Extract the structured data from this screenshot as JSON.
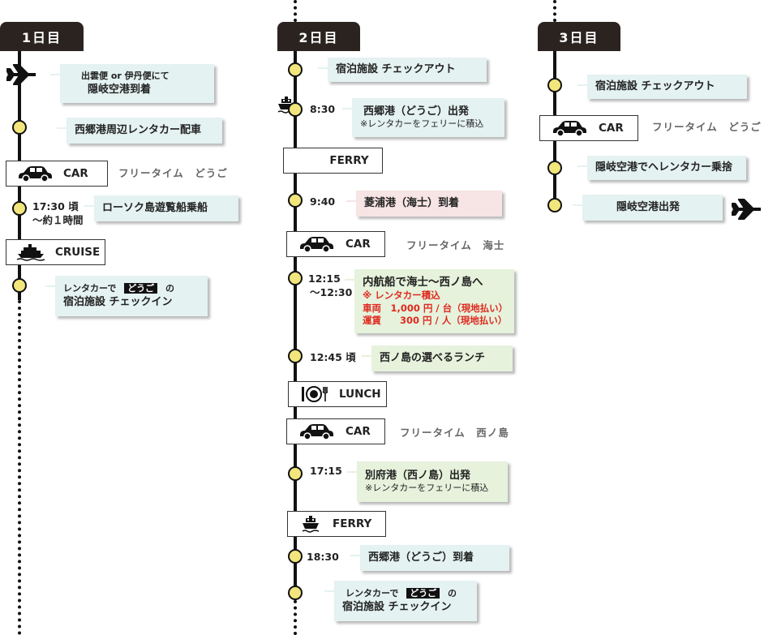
{
  "days": [
    {
      "label": "1日目",
      "events": {
        "arrival": {
          "line1": "出雲便 or 伊丹便にて",
          "line2": "隠岐空港到着"
        },
        "rental": {
          "text": "西郷港周辺レンタカー配車"
        },
        "car": {
          "label": "CAR",
          "note": "フリータイム　どうご"
        },
        "cruise_time": {
          "line1": "17:30 頃",
          "line2": "〜約１時間"
        },
        "cruise_event": {
          "text": "ローソク島遊覧船乗船"
        },
        "cruise": {
          "label": "CRUISE"
        },
        "checkin": {
          "prefix": "レンタカーで",
          "highlight": "どうご",
          "suffix": "の",
          "line2": "宿泊施設 チェックイン"
        }
      }
    },
    {
      "label": "2日目",
      "events": {
        "checkout": {
          "text": "宿泊施設 チェックアウト"
        },
        "dep_time": "8:30",
        "dep": {
          "line1": "西郷港（どうご）出発",
          "line2": "※レンタカーをフェリーに積込"
        },
        "ferry1": {
          "label": "FERRY"
        },
        "arr_time": "9:40",
        "arr": {
          "text": "菱浦港（海士）到着"
        },
        "car1": {
          "label": "CAR",
          "note": "フリータイム　海士"
        },
        "inner_time": {
          "line1": "12:15",
          "line2": "〜12:30"
        },
        "inner": {
          "line1": "内航船で海士〜西ノ島へ",
          "line2": "※ レンタカー積込",
          "line3": "車両　1,000 円 / 台（現地払い）",
          "line4": "運賃　　300 円 / 人（現地払い）"
        },
        "lunch_time": "12:45 頃",
        "lunch_event": {
          "text": "西ノ島の選べるランチ"
        },
        "lunch": {
          "label": "LUNCH"
        },
        "car2": {
          "label": "CAR",
          "note": "フリータイム　西ノ島"
        },
        "dep2_time": "17:15",
        "dep2": {
          "line1": "別府港（西ノ島）出発",
          "line2": "※レンタカーをフェリーに積込"
        },
        "ferry2": {
          "label": "FERRY"
        },
        "arr2_time": "18:30",
        "arr2": {
          "text": "西郷港（どうご）到着"
        },
        "checkin": {
          "prefix": "レンタカーで",
          "highlight": "どうご",
          "suffix": "の",
          "line2": "宿泊施設 チェックイン"
        }
      }
    },
    {
      "label": "3日目",
      "events": {
        "checkout": {
          "text": "宿泊施設 チェックアウト"
        },
        "car": {
          "label": "CAR",
          "note": "フリータイム　どうご"
        },
        "return": {
          "text": "隠岐空港でヘレンタカー乗捨"
        },
        "depart": {
          "text": "隠岐空港出発"
        }
      }
    }
  ],
  "colors": {
    "line": "#111111",
    "node": "#f1e57c",
    "tab": "#2b2320",
    "card_blue": "#e4f2f1",
    "card_green": "#e6f2dc",
    "card_pink": "#f7e4e4",
    "red": "#e0291f"
  }
}
